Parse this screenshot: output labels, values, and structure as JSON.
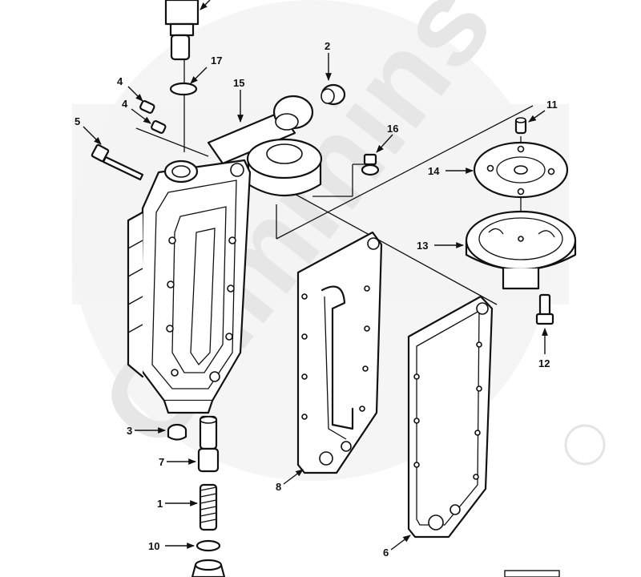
{
  "diagram": {
    "callouts": [
      "17",
      "2",
      "15",
      "4",
      "4",
      "5",
      "16",
      "11",
      "14",
      "13",
      "12",
      "3",
      "7",
      "1",
      "10",
      "8",
      "6"
    ],
    "watermark": {
      "text": "Cummins",
      "color": "#ececec"
    },
    "colors": {
      "line": "#111111",
      "background": "#ffffff"
    }
  }
}
